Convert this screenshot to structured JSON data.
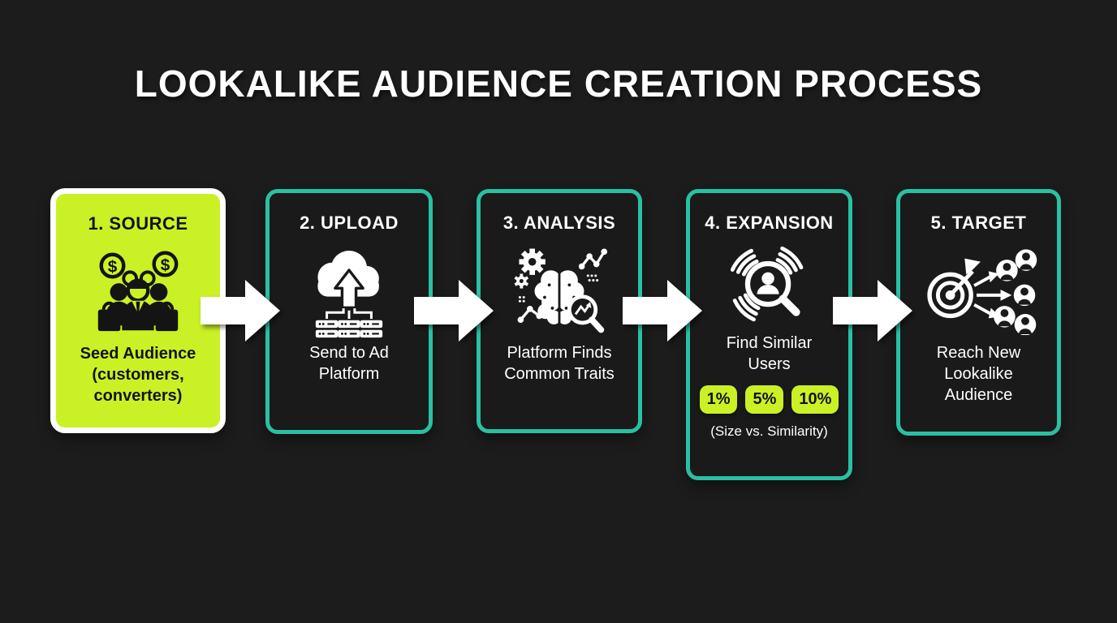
{
  "title": "LOOKALIKE AUDIENCE CREATION PROCESS",
  "colors": {
    "background": "#1d1c1c",
    "box_fill": "#1a1a1a",
    "teal_border": "#2ac0a2",
    "lime": "#c9f126",
    "white": "#ffffff",
    "dark_text": "#141414"
  },
  "steps": [
    {
      "label": "1. SOURCE",
      "caption": "Seed Audience (customers, converters)",
      "icon": "seed-audience-icon",
      "highlighted": true
    },
    {
      "label": "2. UPLOAD",
      "caption": "Send to Ad Platform",
      "icon": "cloud-upload-icon",
      "highlighted": false
    },
    {
      "label": "3. ANALYSIS",
      "caption": "Platform Finds Common Traits",
      "icon": "brain-analysis-icon",
      "highlighted": false
    },
    {
      "label": "4. EXPANSION",
      "caption": "Find Similar Users",
      "icon": "similar-users-icon",
      "highlighted": false,
      "badges": [
        {
          "label": "1%"
        },
        {
          "label": "5%"
        },
        {
          "label": "10%"
        }
      ],
      "note": "(Size vs. Similarity)"
    },
    {
      "label": "5. TARGET",
      "caption": "Reach New Lookalike Audience",
      "icon": "target-audience-icon",
      "highlighted": false
    }
  ]
}
